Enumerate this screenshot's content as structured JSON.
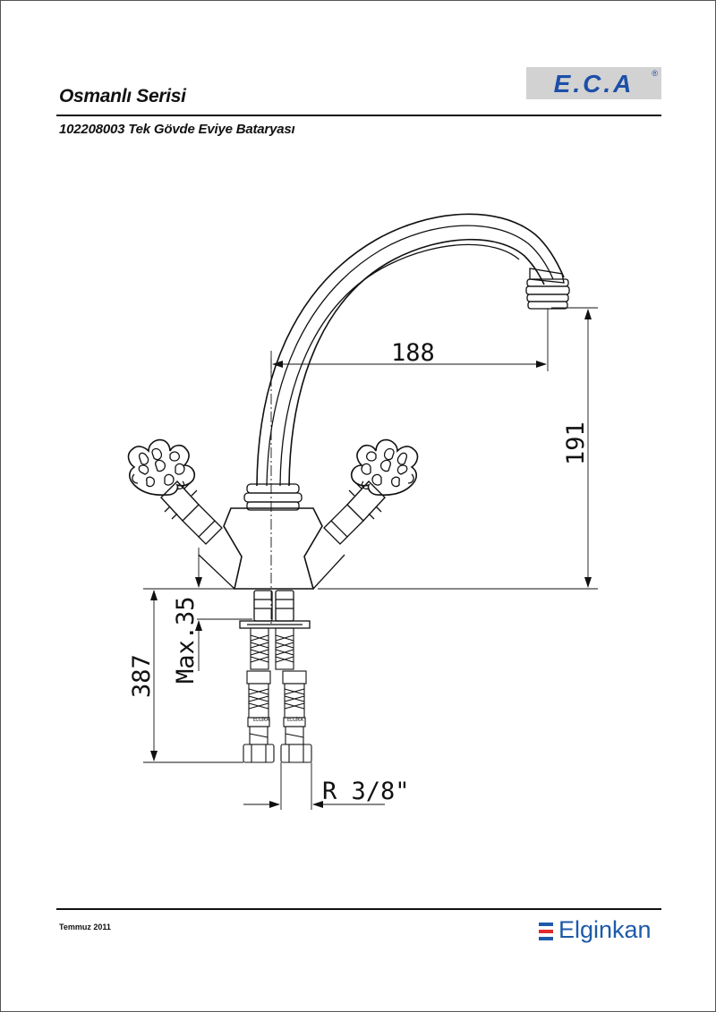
{
  "header": {
    "series_title": "Osmanlı Serisi",
    "product_title": "102208003 Tek Gövde Eviye Bataryası",
    "logo_text": "E.C.A",
    "logo_registered": "®",
    "logo_color": "#1c4fa8"
  },
  "drawing": {
    "dimensions": {
      "spout_reach": "188",
      "spout_height": "191",
      "hose_length": "387",
      "max_thickness": "Max.35",
      "connection": "R 3/8\""
    },
    "hose_label": "ELGİKA"
  },
  "footer": {
    "date": "Temmuz 2011",
    "brand_name": "Elginkan",
    "brand_color": "#1d5aa8",
    "brand_mark_colors": [
      "#1d5aa8",
      "#e02b2b",
      "#1d5aa8"
    ]
  }
}
